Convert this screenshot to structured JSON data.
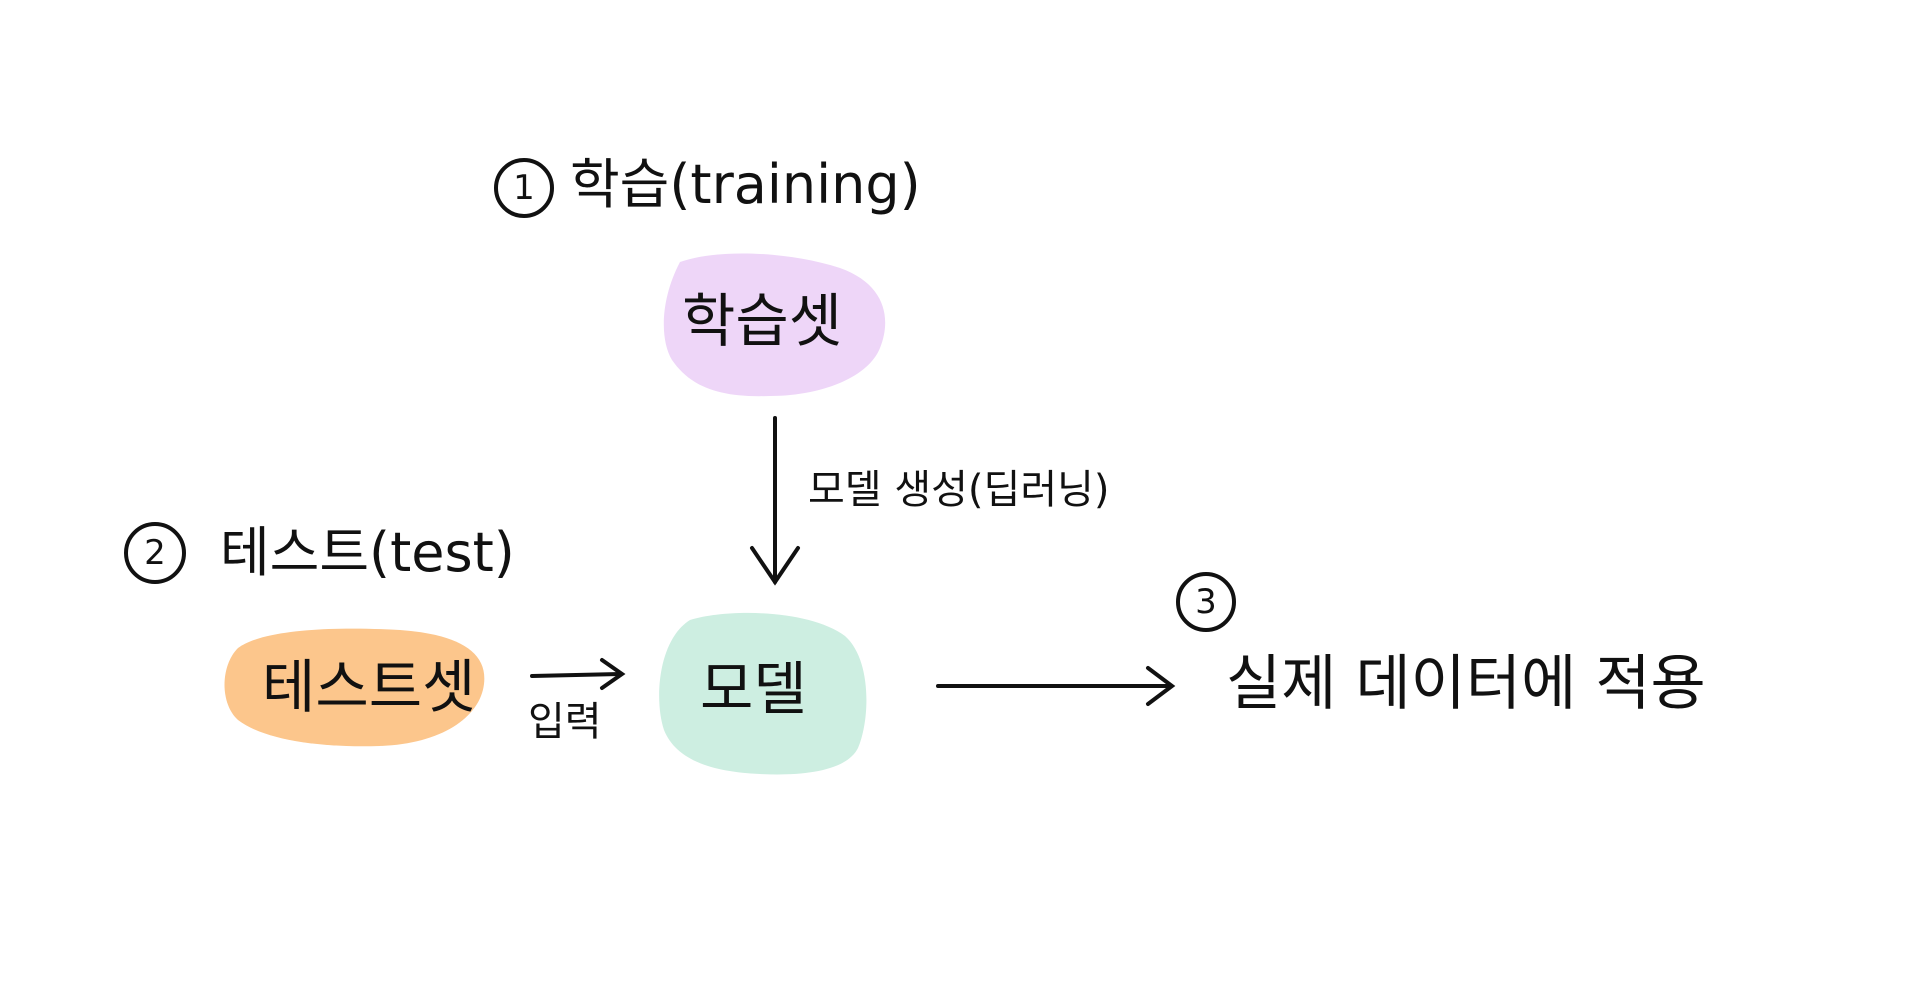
{
  "steps": [
    {
      "number": "1",
      "label": "학습(training)"
    },
    {
      "number": "2",
      "label": "테스트(test)"
    },
    {
      "number": "3",
      "label": "실제 데이터에 적용"
    }
  ],
  "nodes": {
    "training_set": {
      "label": "학습셋",
      "color": "#eed6f8"
    },
    "test_set": {
      "label": "테스트셋",
      "color": "#fcc68c"
    },
    "model": {
      "label": "모델",
      "color": "#cdeee1"
    }
  },
  "edges": {
    "create_model": "모델 생성(딥러닝)",
    "input": "입력"
  }
}
